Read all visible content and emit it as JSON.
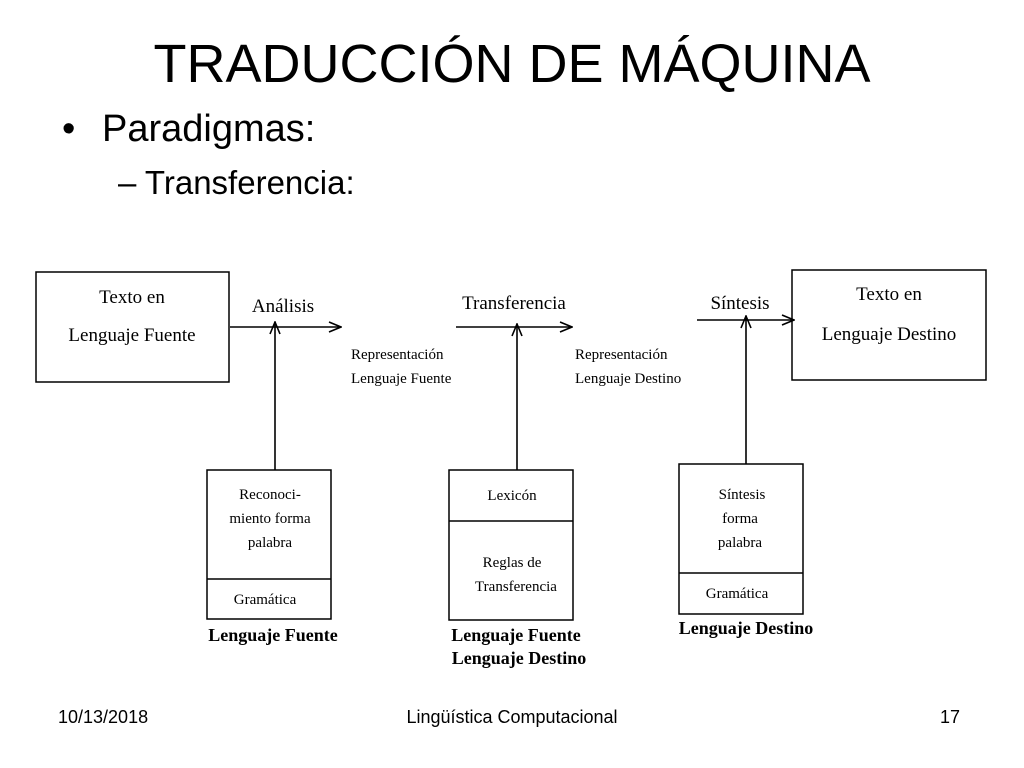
{
  "slide": {
    "title": "TRADUCCIÓN DE MÁQUINA",
    "bullet": "•",
    "level1": "Paradigmas:",
    "level2": "– Transferencia:"
  },
  "diagram": {
    "source_box": {
      "line1": "Texto en",
      "line2": "Lenguaje Fuente"
    },
    "target_box": {
      "line1": "Texto en",
      "line2": "Lenguaje Destino"
    },
    "stages": {
      "analysis": "Análisis",
      "transfer": "Transferencia",
      "synthesis": "Síntesis"
    },
    "repr_source": {
      "line1": "Representación",
      "line2": "Lenguaje Fuente"
    },
    "repr_target": {
      "line1": "Representación",
      "line2": "Lenguaje Destino"
    },
    "module_left": {
      "top_lines": [
        "Reconoci-",
        "miento forma",
        "palabra"
      ],
      "bottom": "Gramática",
      "caption": "Lenguaje Fuente"
    },
    "module_mid": {
      "top": "Lexicón",
      "bottom_lines": [
        "Reglas de",
        "Transferencia"
      ],
      "caption_lines": [
        "Lenguaje Fuente",
        "Lenguaje Destino"
      ]
    },
    "module_right": {
      "top_lines": [
        "Síntesis",
        "forma",
        "palabra"
      ],
      "bottom": "Gramática",
      "caption": "Lenguaje Destino"
    }
  },
  "footer": {
    "date": "10/13/2018",
    "center": "Lingüística Computacional",
    "page": "17"
  }
}
